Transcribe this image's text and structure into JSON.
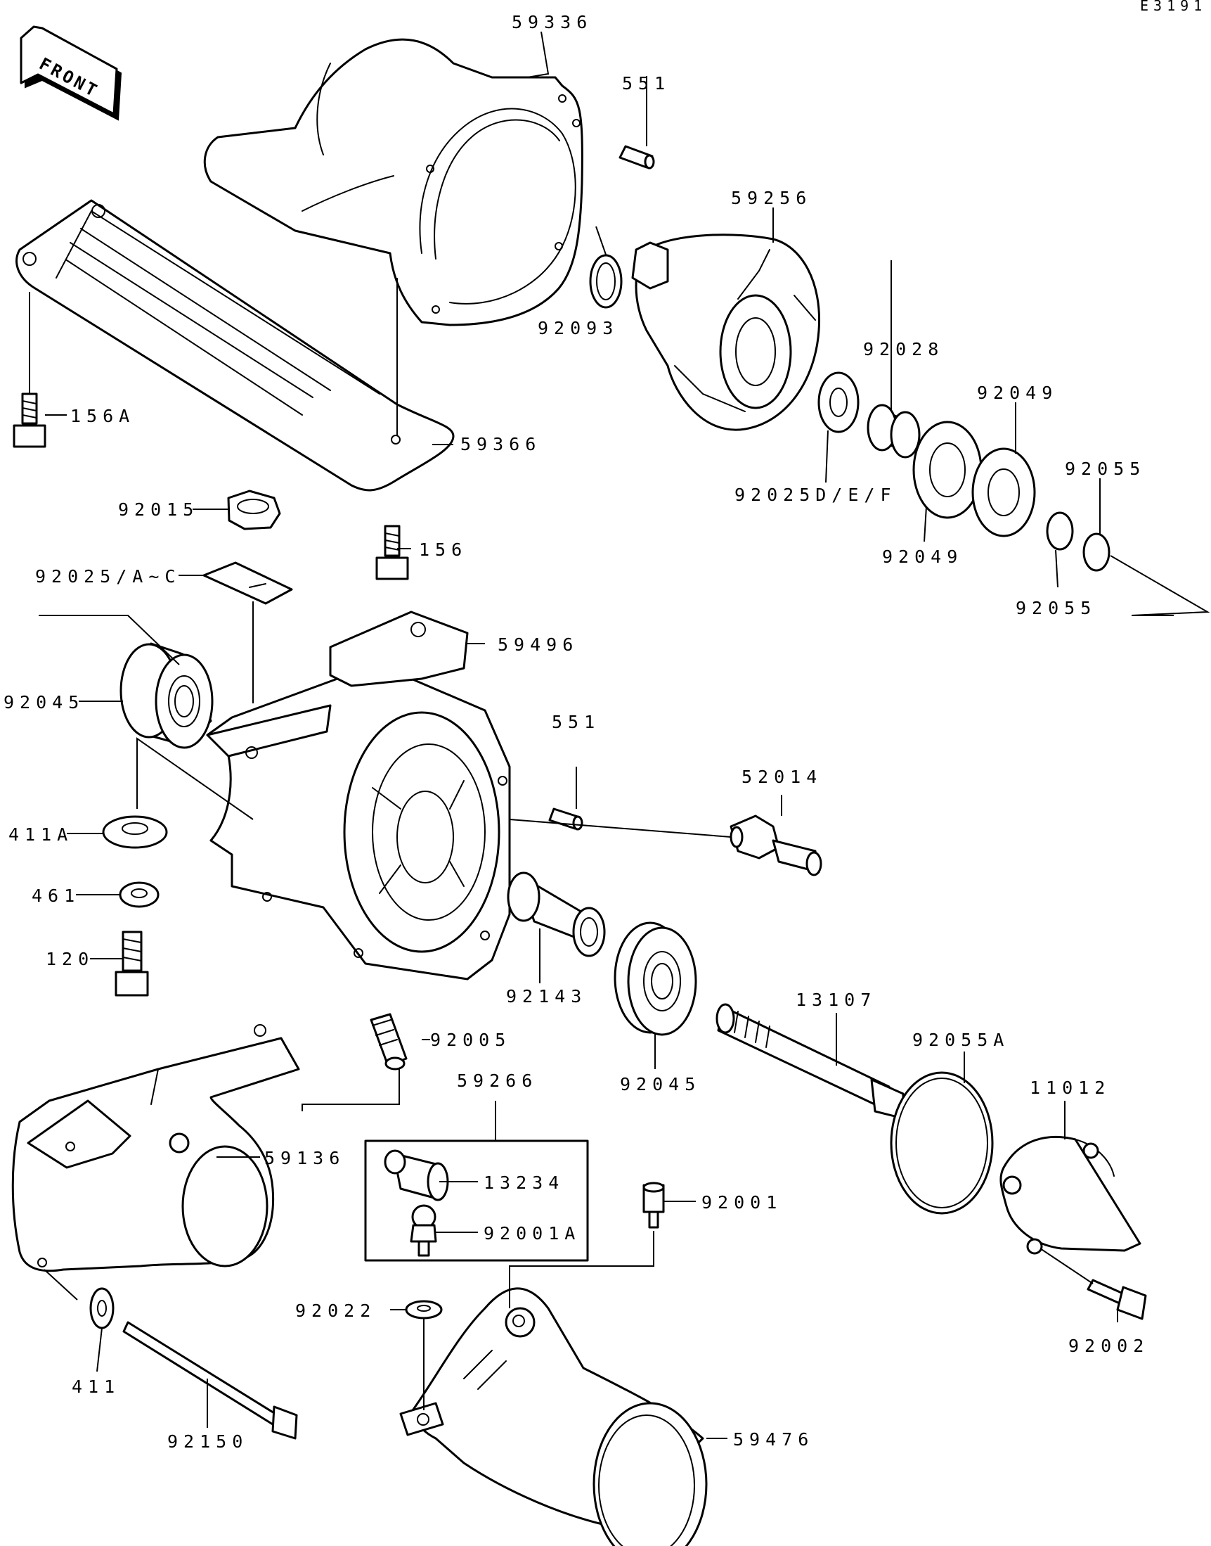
{
  "diagram_code": "E3191",
  "front_label": "FRONT",
  "parts": {
    "p59336": "59336",
    "p551_top": "551",
    "p59256": "59256",
    "p92093": "92093",
    "p92028": "92028",
    "p92049_top": "92049",
    "p92055_top": "92055",
    "p156A": "156A",
    "p59366": "59366",
    "p92025DEF": "92025D/E/F",
    "p92049_bottom": "92049",
    "p92015": "92015",
    "p156": "156",
    "p92055_bottom": "92055",
    "p92025AC": "92025/A~C",
    "p59496": "59496",
    "p92045_left": "92045",
    "p551_mid": "551",
    "p52014": "52014",
    "p411A": "411A",
    "p461": "461",
    "p120": "120",
    "p92143": "92143",
    "p13107": "13107",
    "p92005": "92005",
    "p92045_mid": "92045",
    "p92055A": "92055A",
    "p59266": "59266",
    "p11012": "11012",
    "p59136": "59136",
    "p13234": "13234",
    "p92001A": "92001A",
    "p92001": "92001",
    "p92022": "92022",
    "p92002": "92002",
    "p411": "411",
    "p92150": "92150",
    "p59476": "59476"
  }
}
